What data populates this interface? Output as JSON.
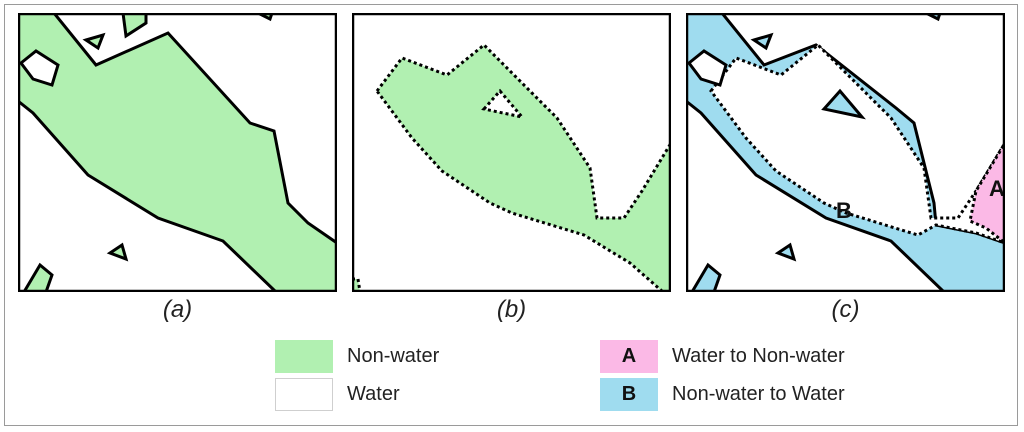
{
  "colors": {
    "non_water": "#b1f0b1",
    "water": "#ffffff",
    "water_to_non_water": "#fbb9e6",
    "non_water_to_water": "#9fdcef",
    "border": "#000000"
  },
  "panels": [
    {
      "id": "a",
      "caption": "(a)"
    },
    {
      "id": "b",
      "caption": "(b)"
    },
    {
      "id": "c",
      "caption": "(c)",
      "region_labels": {
        "A": "A",
        "B": "B"
      }
    }
  ],
  "legend": {
    "non_water": {
      "label": "Non-water"
    },
    "water": {
      "label": "Water"
    },
    "water_to_non_water": {
      "letter": "A",
      "label": "Water to Non-water"
    },
    "non_water_to_water": {
      "letter": "B",
      "label": "Non-water to Water"
    }
  }
}
